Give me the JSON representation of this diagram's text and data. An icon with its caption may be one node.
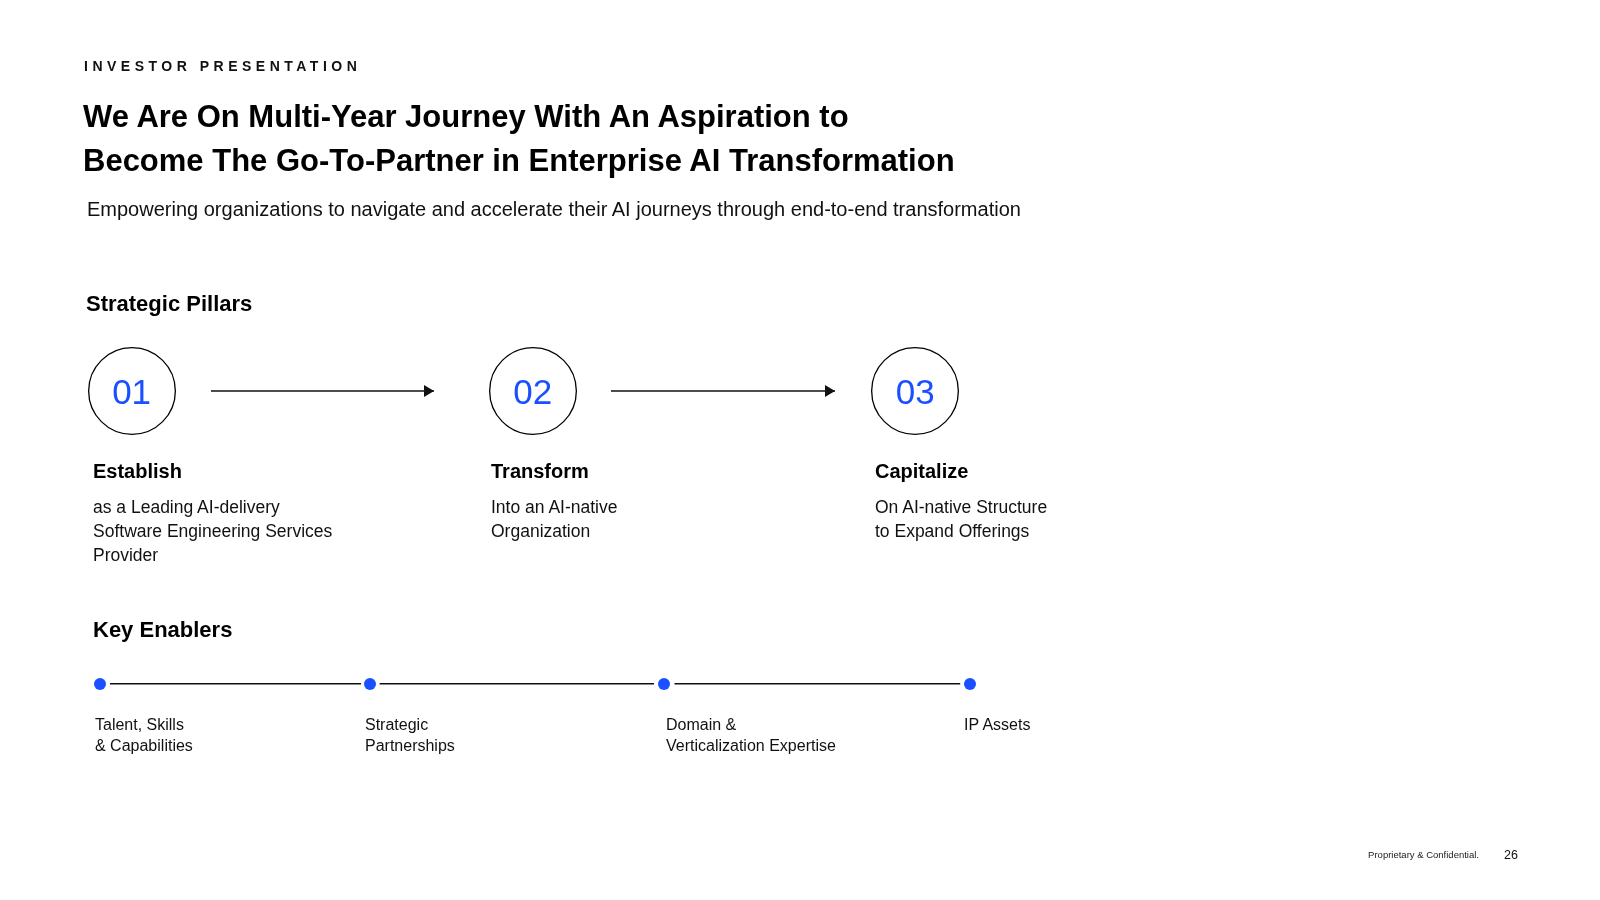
{
  "diagram": {
    "title": "We Are On Multi-Year Journey With An Aspiration to Become The Go-To-Partner in Enterprise AI Transformation",
    "nodes": [
      {
        "text": [
          "01"
        ],
        "beside": [
          "Establish",
          "as a Leading AI-delivery Software Engineering Services Provider"
        ]
      },
      {
        "text": [
          "02"
        ],
        "beside": [
          "Transform",
          "Into an AI-native Organization"
        ]
      },
      {
        "text": [
          "03"
        ],
        "beside": [
          "Capitalize",
          "On AI-native Structure to Expand Offerings"
        ]
      },
      {
        "text": [],
        "shape": "circle",
        "beside": [
          "Talent, Skills & Capabilities"
        ]
      },
      {
        "text": [],
        "shape": "circle",
        "beside": [
          "Strategic Partnerships"
        ]
      },
      {
        "text": [],
        "shape": "circle",
        "beside": [
          "Domain & Verticalization Expertise"
        ]
      },
      {
        "text": [],
        "shape": "circle",
        "beside": [
          "IP Assets"
        ]
      }
    ],
    "edges": [
      {
        "from": 0,
        "to": 1,
        "arrow": "to"
      },
      {
        "from": 1,
        "to": 2,
        "arrow": "to"
      },
      {
        "from": 3,
        "to": 4,
        "arrow": "none"
      },
      {
        "from": 4,
        "to": 5,
        "arrow": "none"
      },
      {
        "from": 5,
        "to": 6,
        "arrow": "none"
      }
    ],
    "labels": [
      "INVESTOR PRESENTATION",
      "Empowering organizations to navigate and accelerate their AI journeys through end-to-end transformation",
      "Strategic Pillars",
      "Key Enablers",
      "Proprietary & Confidential.",
      "26"
    ]
  }
}
